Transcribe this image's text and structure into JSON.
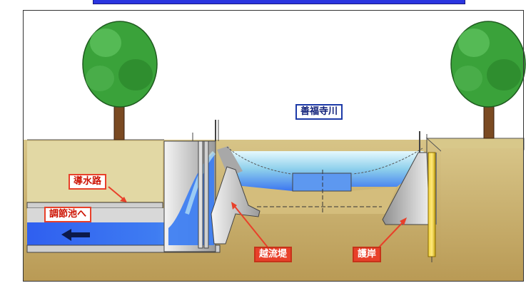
{
  "labels": {
    "river": "善福寺川",
    "channel": "導水路",
    "to_pond": "調節池へ",
    "weir": "越流堤",
    "revetment": "護岸"
  },
  "colors": {
    "sky": "#ffffff",
    "soil": "#c8ad68",
    "soil_light": "#e3d9a8",
    "water": "#2f6cf2",
    "water_light": "#bfeaf5",
    "concrete": "#bdbdbd",
    "label_red": "#e8402a",
    "label_blue": "#1d3aa8",
    "header_bar": "#2a35e0"
  },
  "icons": [
    "tree-icon",
    "flow-arrow-icon",
    "pile-icon"
  ]
}
